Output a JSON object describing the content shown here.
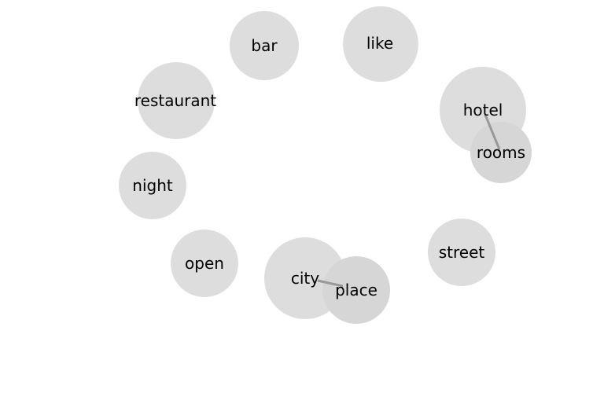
{
  "nodes": [
    {
      "id": "bar",
      "label": "bar"
    },
    {
      "id": "like",
      "label": "like"
    },
    {
      "id": "restaurant",
      "label": "restaurant"
    },
    {
      "id": "hotel",
      "label": "hotel"
    },
    {
      "id": "rooms",
      "label": "rooms"
    },
    {
      "id": "night",
      "label": "night"
    },
    {
      "id": "street",
      "label": "street"
    },
    {
      "id": "open",
      "label": "open"
    },
    {
      "id": "city",
      "label": "city"
    },
    {
      "id": "place",
      "label": "place"
    }
  ],
  "edges": [
    {
      "source": "hotel",
      "target": "rooms"
    },
    {
      "source": "city",
      "target": "place"
    }
  ],
  "colors": {
    "node_fill": "#dddddd",
    "edge": "#999999",
    "label": "#000000",
    "background": "#ffffff"
  }
}
